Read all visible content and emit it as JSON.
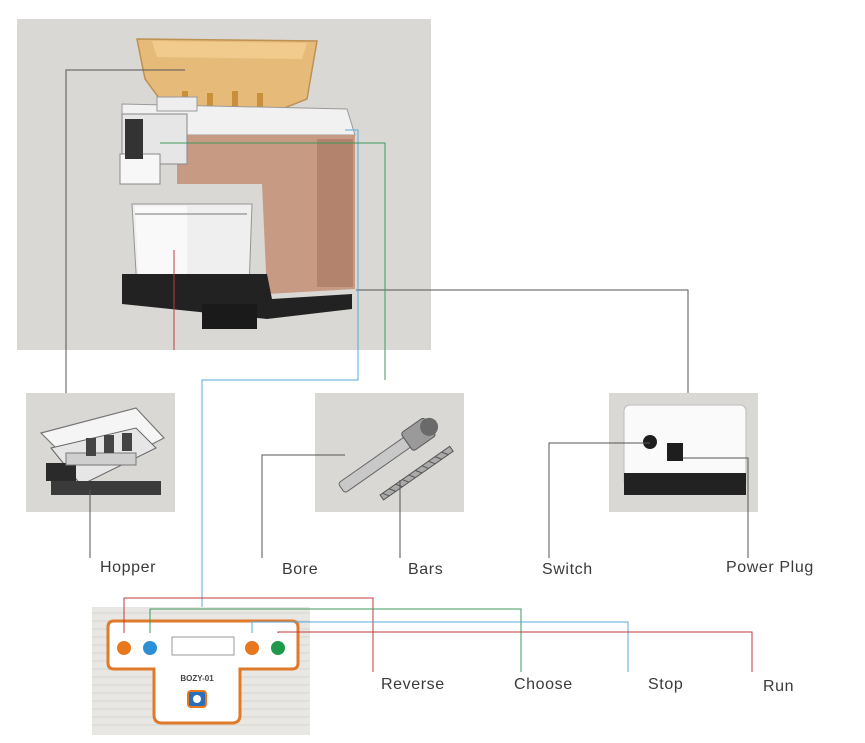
{
  "labels": {
    "hopper": "Hopper",
    "bore": "Bore",
    "bars": "Bars",
    "switch": "Switch",
    "power_plug": "Power Plug",
    "reverse": "Reverse",
    "choose": "Choose",
    "stop": "Stop",
    "run": "Run"
  },
  "control_panel": {
    "model": "BOZY-01"
  },
  "colors": {
    "panel_bg": "#dad8d5",
    "line_dark": "#555555",
    "line_blue": "#5aa8d8",
    "line_green": "#3f9a5b",
    "line_red": "#c23b3b",
    "machine_body": "#c79a84",
    "button_orange": "#e8771e",
    "button_blue": "#2a8fd6",
    "button_green": "#1f9a4a",
    "panel_outline": "#e07a2b"
  },
  "icons": [
    "hopper-photo",
    "screw-bars-photo",
    "switch-plug-photo",
    "oil-press-machine-photo",
    "control-panel-graphic"
  ]
}
